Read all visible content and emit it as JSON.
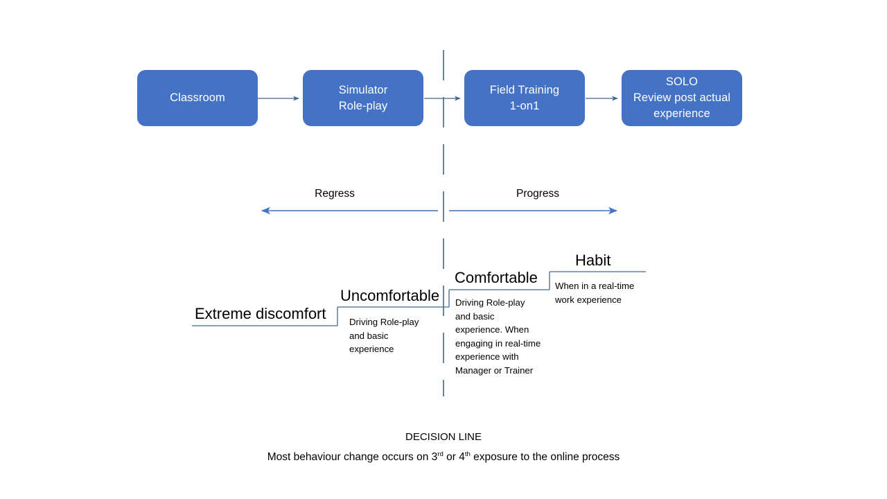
{
  "diagram": {
    "title": "Training progression and comfort-zone staircase",
    "accent_color": "#4472C4",
    "line_color": "#41688F",
    "box_text_color": "#FFFFFF",
    "background_color": "#FFFFFF"
  },
  "process_flow": {
    "boxes": [
      {
        "id": "classroom",
        "lines": [
          "Classroom"
        ]
      },
      {
        "id": "simulator",
        "lines": [
          "Simulator",
          "Role-play"
        ]
      },
      {
        "id": "field-training",
        "lines": [
          "Field Training",
          "1-on1"
        ]
      },
      {
        "id": "solo",
        "lines": [
          "SOLO",
          "Review post actual",
          "experience"
        ]
      }
    ]
  },
  "direction_axis": {
    "regress_label": "Regress",
    "progress_label": "Progress"
  },
  "staircase": {
    "steps": [
      {
        "id": "extreme-discomfort",
        "title": "Extreme discomfort",
        "body": ""
      },
      {
        "id": "uncomfortable",
        "title": "Uncomfortable",
        "body": "Driving Role-play and basic experience"
      },
      {
        "id": "comfortable",
        "title": "Comfortable",
        "body": "Driving Role-play and basic experience. When engaging in real-time experience with Manager or Trainer"
      },
      {
        "id": "habit",
        "title": "Habit",
        "body": "When in a real-time work experience"
      }
    ]
  },
  "footer": {
    "heading": "DECISION LINE",
    "note_part1": "Most behaviour change occurs on 3",
    "note_sup1": "rd",
    "note_part2": " or 4",
    "note_sup2": "th",
    "note_part3": " exposure to the online process"
  }
}
